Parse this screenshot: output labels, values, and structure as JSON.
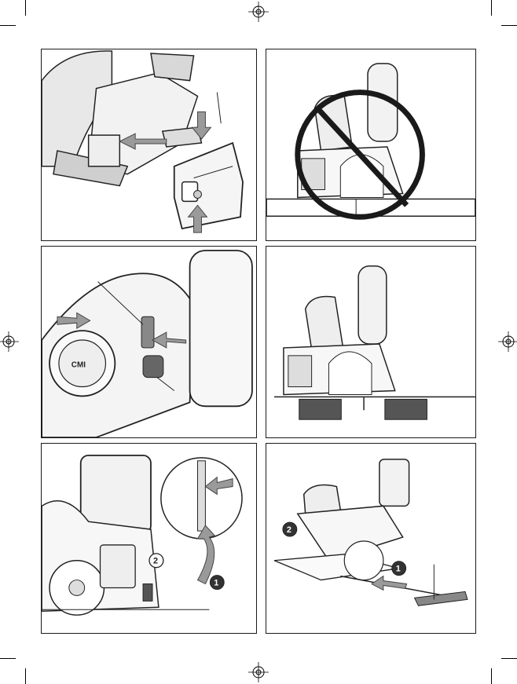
{
  "figure_step_markers": [
    "1",
    "2"
  ],
  "marks": {
    "brand": "CMI"
  }
}
